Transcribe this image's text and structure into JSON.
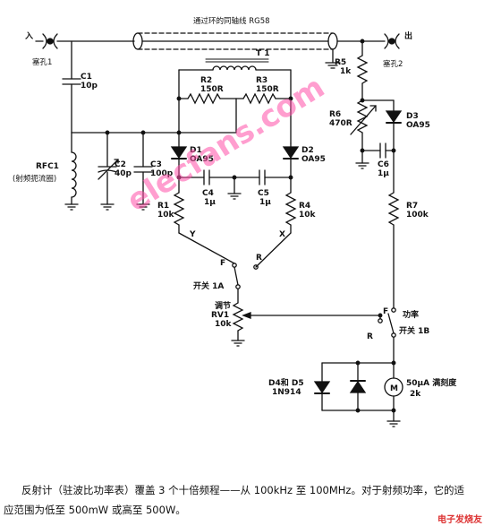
{
  "coax_label": "通过环的同轴线 RG58",
  "socket_in": {
    "mark": "入",
    "label": "塞孔1"
  },
  "socket_out": {
    "mark": "出",
    "label": "塞孔2"
  },
  "transformer": "T 1",
  "components": {
    "c1": {
      "name": "C1",
      "value": "10p"
    },
    "c2": {
      "name": "C2",
      "value": "40p"
    },
    "c3": {
      "name": "C3",
      "value": "100p"
    },
    "c4": {
      "name": "C4",
      "value": "1μ"
    },
    "c5": {
      "name": "C5",
      "value": "1μ"
    },
    "c6": {
      "name": "C6",
      "value": "1μ"
    },
    "r1": {
      "name": "R1",
      "value": "10k"
    },
    "r2": {
      "name": "R2",
      "value": "150R"
    },
    "r3": {
      "name": "R3",
      "value": "150R"
    },
    "r4": {
      "name": "R4",
      "value": "10k"
    },
    "r5": {
      "name": "R5",
      "value": "1k"
    },
    "r6": {
      "name": "R6",
      "value": "470R"
    },
    "r7": {
      "name": "R7",
      "value": "100k"
    },
    "d1": {
      "name": "D1",
      "value": "OA95"
    },
    "d2": {
      "name": "D2",
      "value": "OA95"
    },
    "d3": {
      "name": "D3",
      "value": "OA95"
    },
    "rfc1": {
      "name": "RFC1",
      "value": "(射频扼流圈)"
    },
    "rv1": {
      "line1": "调节",
      "name": "RV1",
      "value": "10k"
    },
    "d45": {
      "name": "D4和 D5",
      "value": "1N914"
    },
    "meter": {
      "symbol": "M",
      "value": "50μA 满刻度",
      "r": "2k"
    }
  },
  "switch_1a": {
    "label": "开关 1A",
    "f": "F",
    "r": "R",
    "y": "Y",
    "x": "X"
  },
  "switch_1b": {
    "label": "开关 1B",
    "f": "F",
    "r": "R",
    "power": "功率"
  },
  "watermark": "elecfans.com",
  "caption_line1": "反射计（驻波比功率表）覆盖 3 个十倍频程——从 100kHz 至 100MHz。对于射频功率，它的适",
  "caption_line2": "应范围为低至 500mW 或高至 500W。",
  "logo": "电子发烧友"
}
